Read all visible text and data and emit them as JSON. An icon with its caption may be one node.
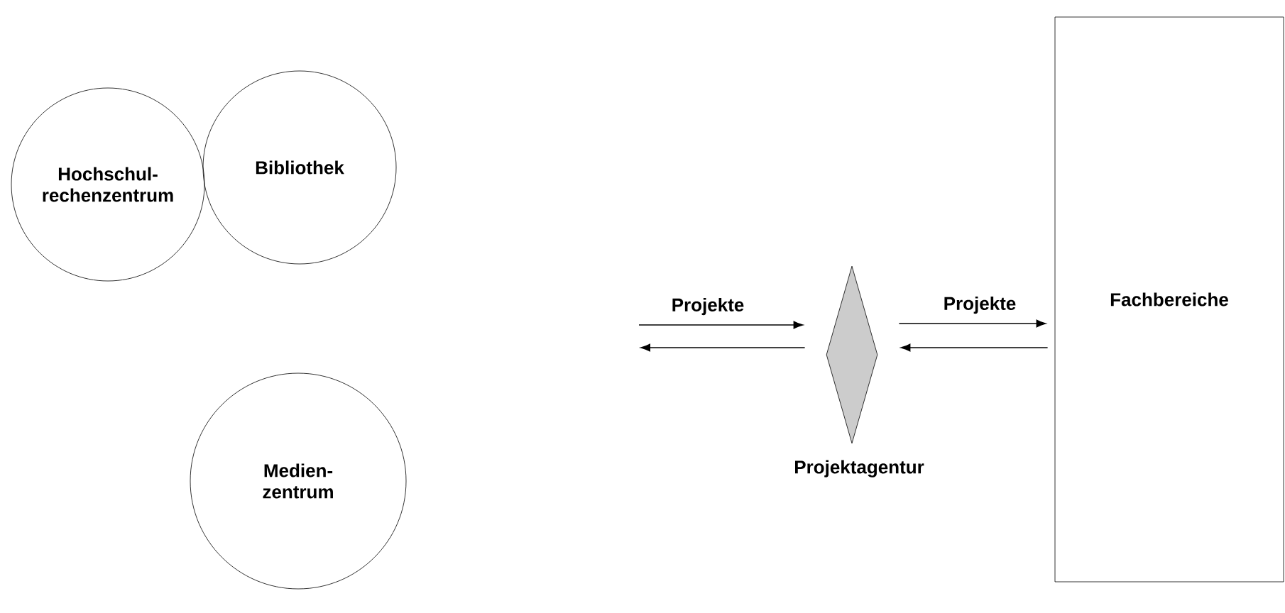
{
  "diagram": {
    "nodes": [
      {
        "text": [
          "Hochschul- rechenzentrum"
        ]
      },
      {
        "text": [
          "Bibliothek"
        ]
      },
      {
        "text": [
          "Medien- zentrum"
        ]
      },
      {
        "text": [],
        "shape": "diamond",
        "beside": [
          "Projektagentur"
        ]
      },
      {
        "text": [
          "Fachbereiche"
        ]
      }
    ],
    "edges": [
      {
        "from": null,
        "to": 3,
        "arrow": "to",
        "label": "Projekte"
      },
      {
        "from": 3,
        "to": null,
        "arrow": "to"
      },
      {
        "from": 3,
        "to": 4,
        "arrow": "to",
        "label": "Projekte"
      },
      {
        "from": 4,
        "to": 3,
        "arrow": "to"
      }
    ]
  }
}
